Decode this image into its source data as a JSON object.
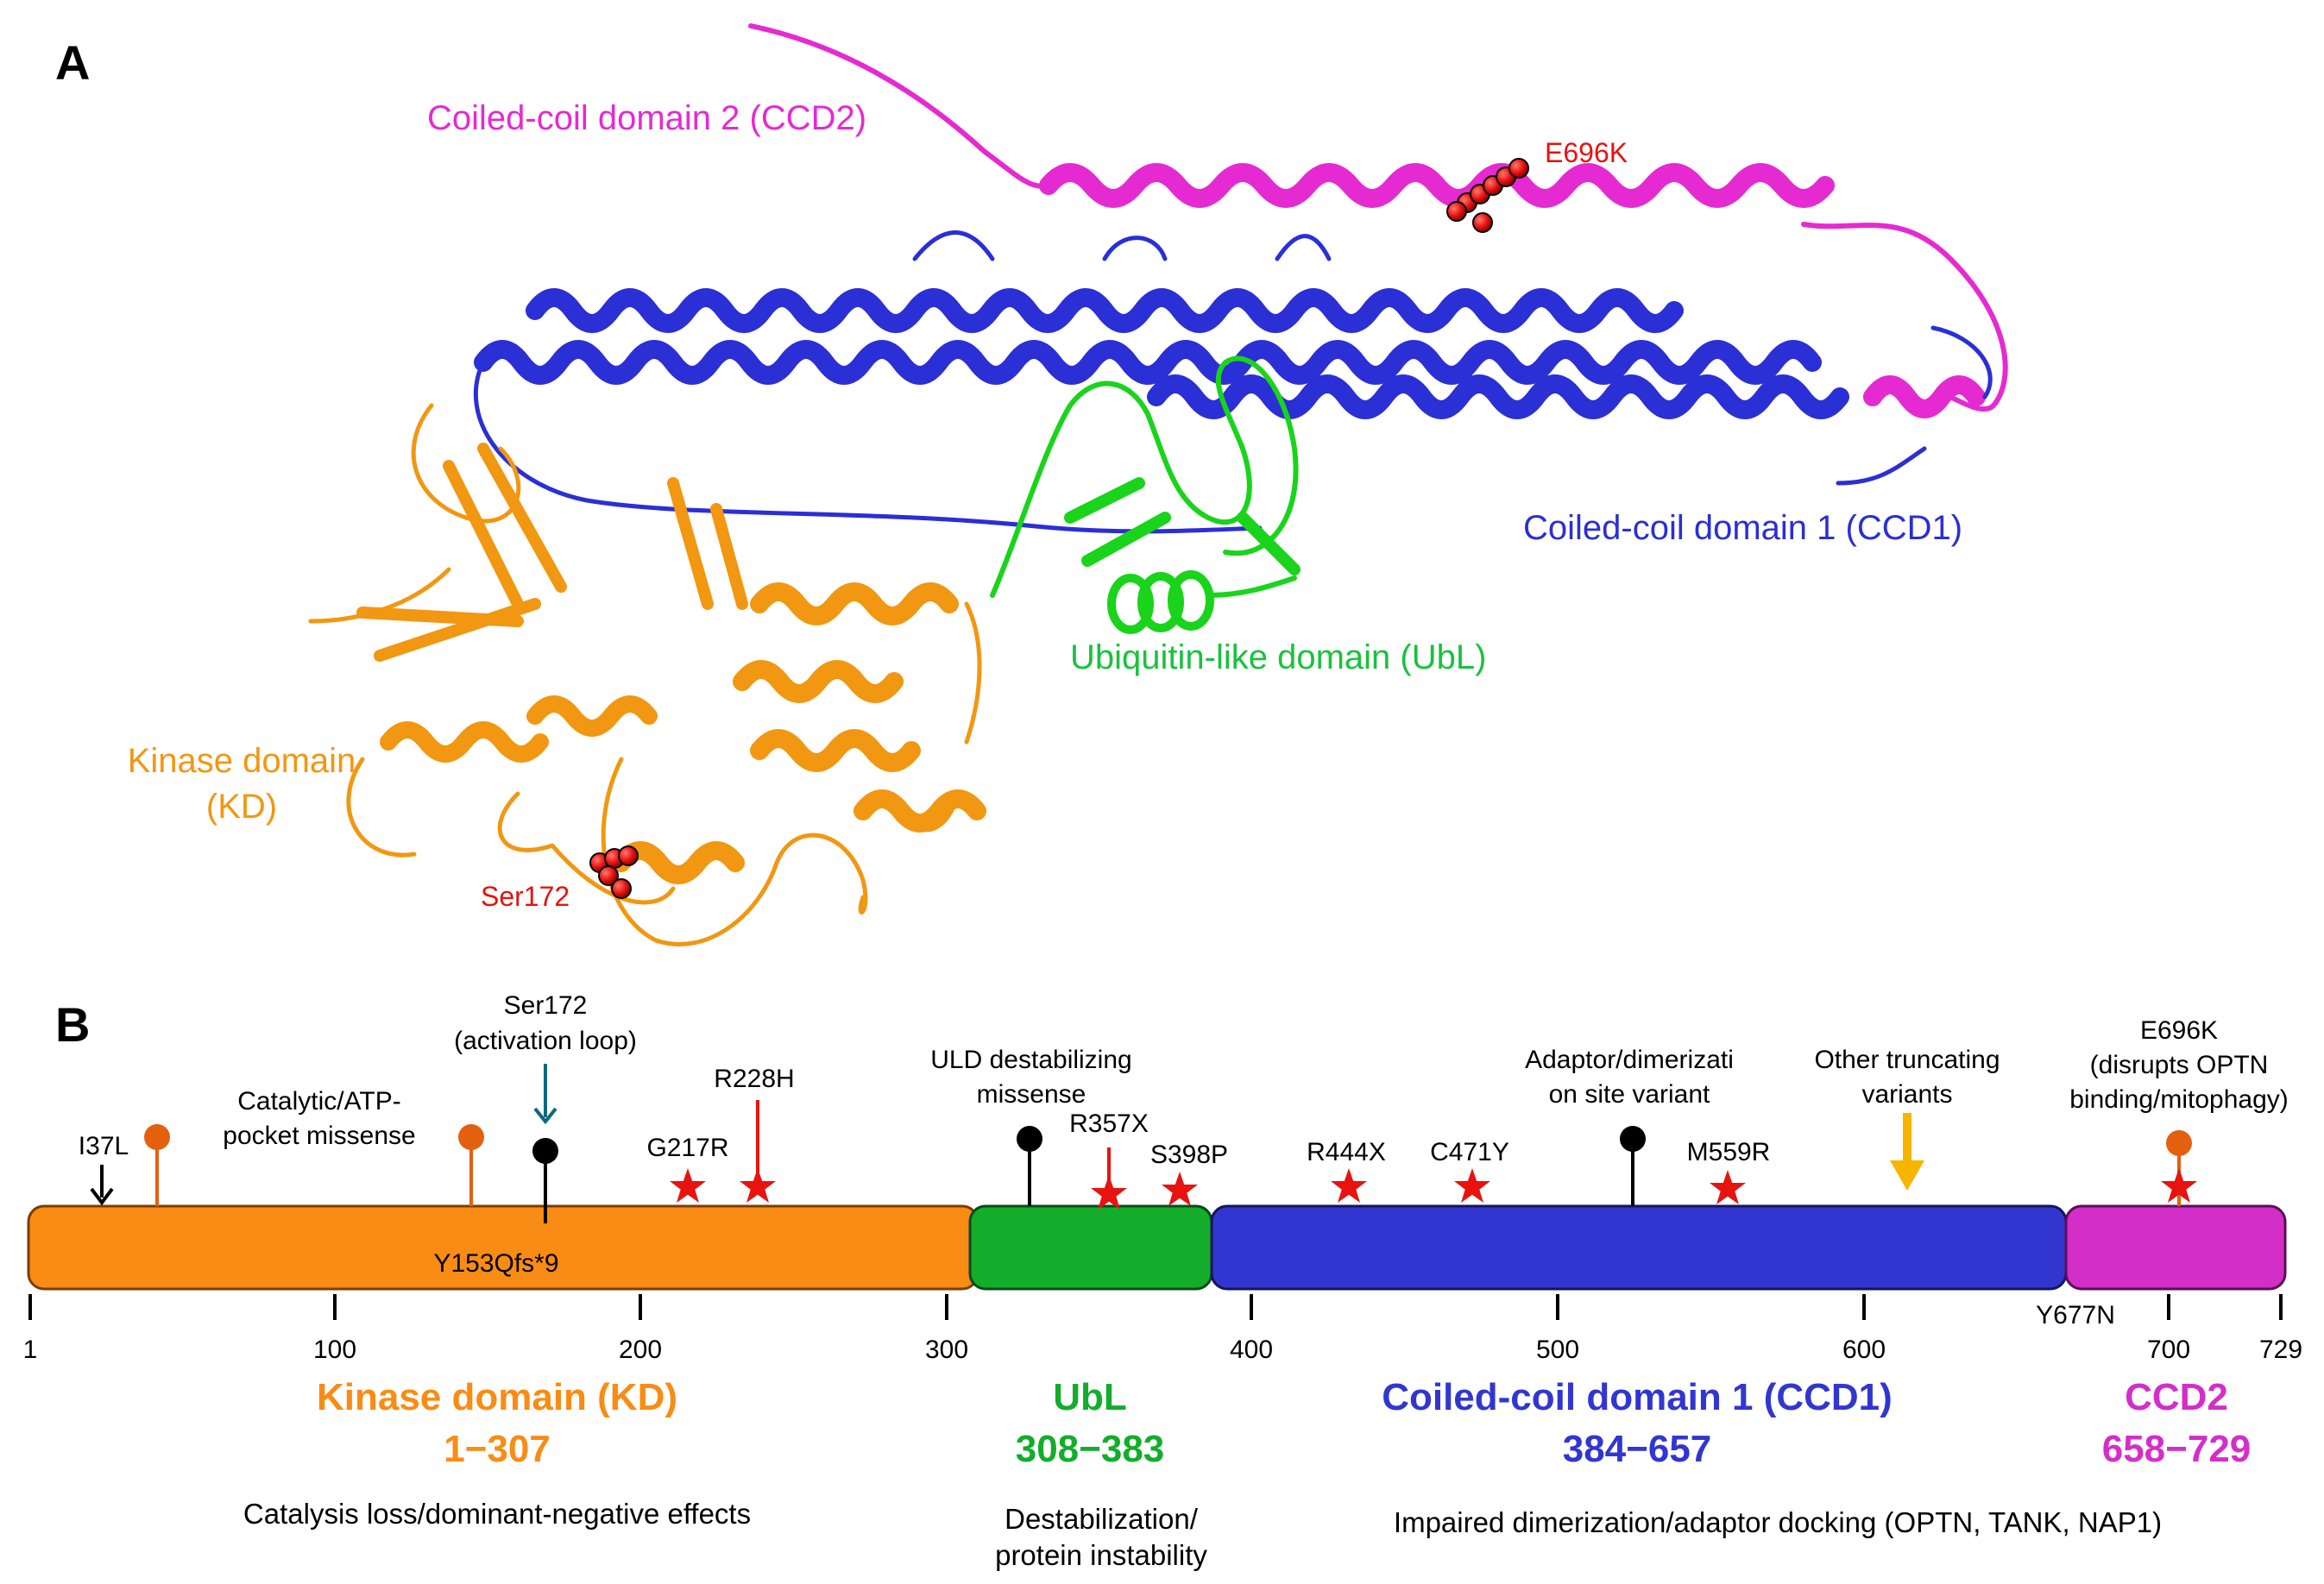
{
  "panel_a": {
    "letter": "A",
    "ccd2_label": "Coiled-coil domain 2 (CCD2)",
    "ccd1_label": "Coiled-coil domain 1 (CCD1)",
    "ubl_label": "Ubiquitin-like domain (UbL)",
    "kd_label_1": "Kinase domain",
    "kd_label_2": "(KD)",
    "site_e696k": "E696K",
    "site_ser172": "Ser172",
    "colors": {
      "kd": "#f29711",
      "ubl": "#19d41b",
      "ccd1": "#2a2fd6",
      "ccd2": "#e52ad2",
      "site": "#e8120f"
    }
  },
  "panel_b": {
    "letter": "B",
    "bar_colors": {
      "kd": "#f98c14",
      "ubl": "#13ad2b",
      "ccd1": "#3236d0",
      "ccd2": "#d42ec8"
    },
    "ticks": [
      "1",
      "100",
      "200",
      "300",
      "400",
      "500",
      "600",
      "700",
      "729"
    ],
    "domains": {
      "kd": {
        "name": "Kinase domain (KD)",
        "range": "1−307",
        "effect": "Catalysis loss/dominant-negative effects"
      },
      "ubl": {
        "name": "UbL",
        "range": "308−383",
        "effect_1": "Destabilization/",
        "effect_2": "protein instability"
      },
      "ccd1": {
        "name": "Coiled-coil domain 1 (CCD1)",
        "range": "384−657",
        "effect": "Impaired dimerization/adaptor docking (OPTN, TANK, NAP1)"
      },
      "ccd2": {
        "name": "CCD2",
        "range": "658−729"
      }
    },
    "annotations": {
      "i37l": "I37L",
      "catalytic_1": "Catalytic/ATP-",
      "catalytic_2": "pocket missense",
      "ser172_1": "Ser172",
      "ser172_2": "(activation loop)",
      "y153": "Y153Qfs*9",
      "g217r": "G217R",
      "r228h": "R228H",
      "uld_1": "ULD destabilizing",
      "uld_2": "missense",
      "r357x": "R357X",
      "s398p": "S398P",
      "r444x": "R444X",
      "c471y": "C471Y",
      "adaptor_1": "Adaptor/dimerizati",
      "adaptor_2": "on site variant",
      "m559r": "M559R",
      "other_1": "Other truncating",
      "other_2": "variants",
      "e696k_1": "E696K",
      "e696k_2": "(disrupts OPTN",
      "e696k_3": "binding/mitophagy)",
      "y677n": "Y677N"
    }
  }
}
